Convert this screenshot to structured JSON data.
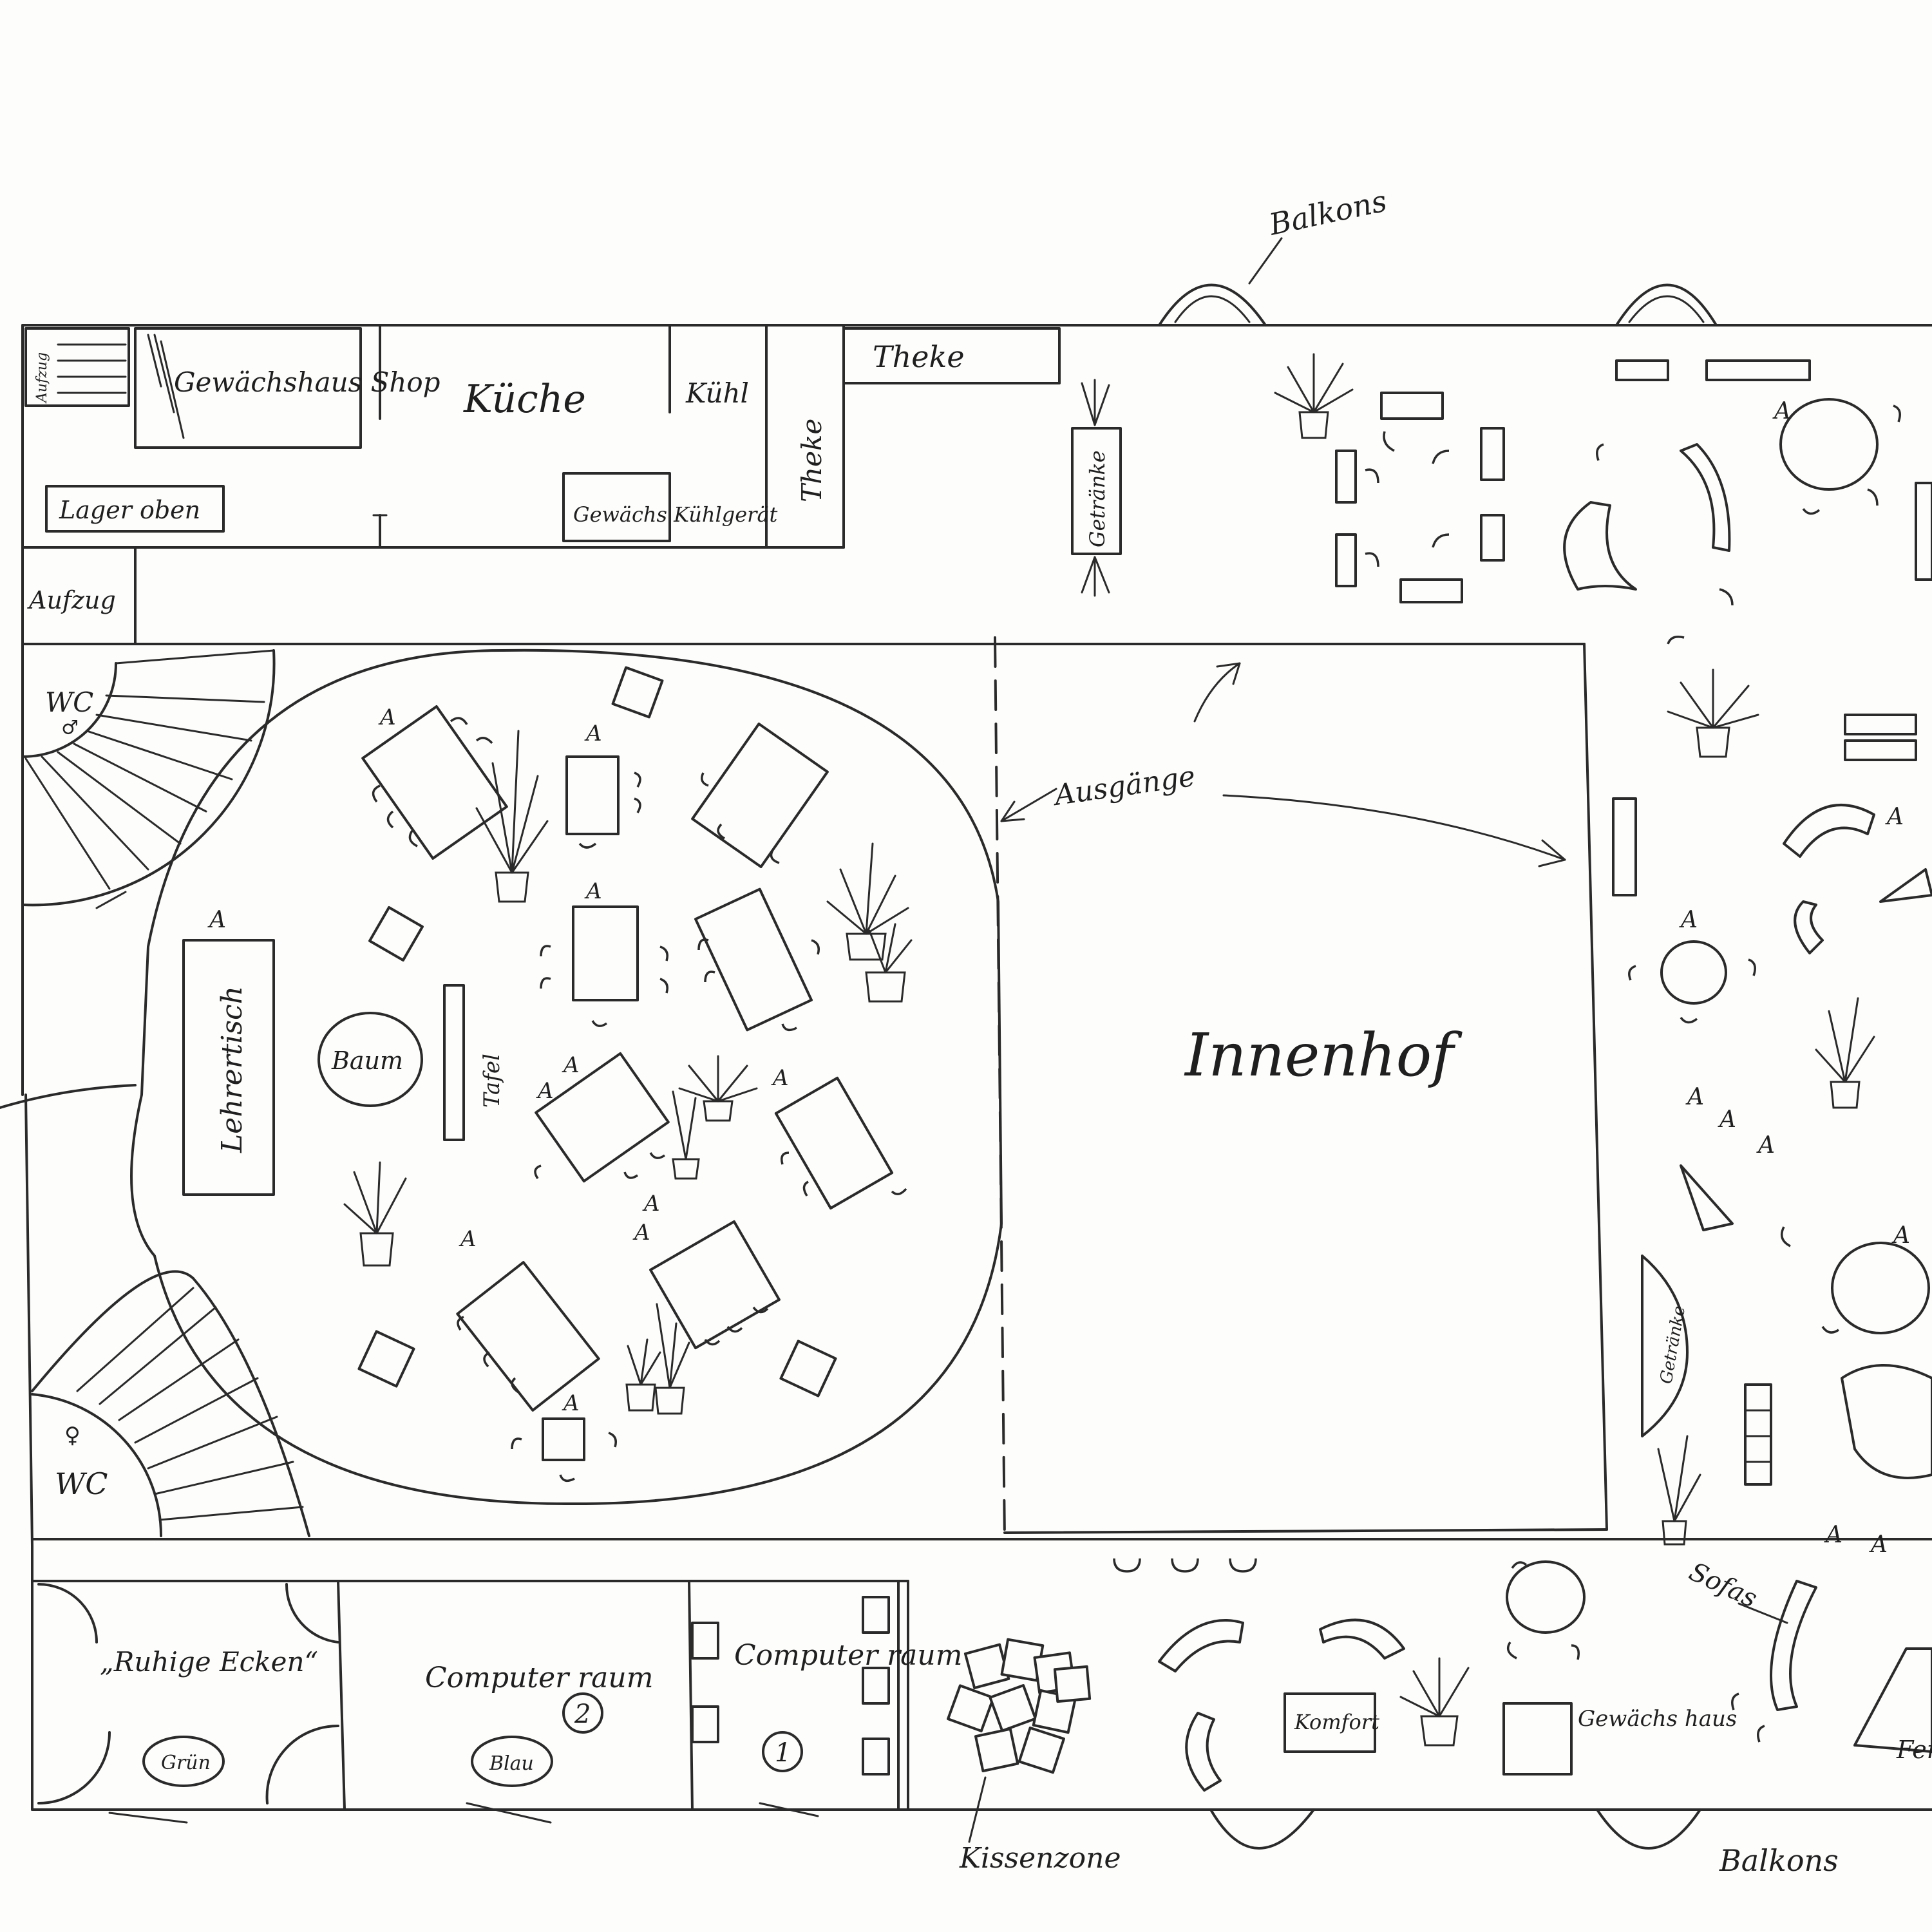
{
  "labels": {
    "gewaechshaus_shop": "Gewächshaus Shop",
    "kueche": "Küche",
    "kuehl": "Kühl",
    "theke_top": "Theke",
    "theke_vertical": "Theke",
    "getraenke_top": "Getränke",
    "lager_oben": "Lager oben",
    "gewaechs_kuehlgeraet": "Gewächs Kühlgerät",
    "aufzug_left": "Aufzug",
    "aufzug_top": "Aufzug",
    "balkons_top": "Balkons",
    "balkons_bottom": "Balkons",
    "wc_top": "WC",
    "wc_bottom": "WC",
    "lehrertisch": "Lehrertisch",
    "baum": "Baum",
    "tafel": "Tafel",
    "ausgaenge": "Ausgänge",
    "innenhof": "Innenhof",
    "ruhige_ecken": "„Ruhige Ecken“",
    "gruen": "Grün",
    "computerraum_2": "Computer raum",
    "computerraum_2_num": "2",
    "blau": "Blau",
    "computerraum_1": "Computer raum",
    "computerraum_1_num": "1",
    "kissenzone": "Kissenzone",
    "komfort": "Komfort",
    "gewaechshaus_right": "Gewächs haus",
    "sofas": "Sofas",
    "getraenke_right": "Getränke",
    "fenster": "Fen..."
  }
}
